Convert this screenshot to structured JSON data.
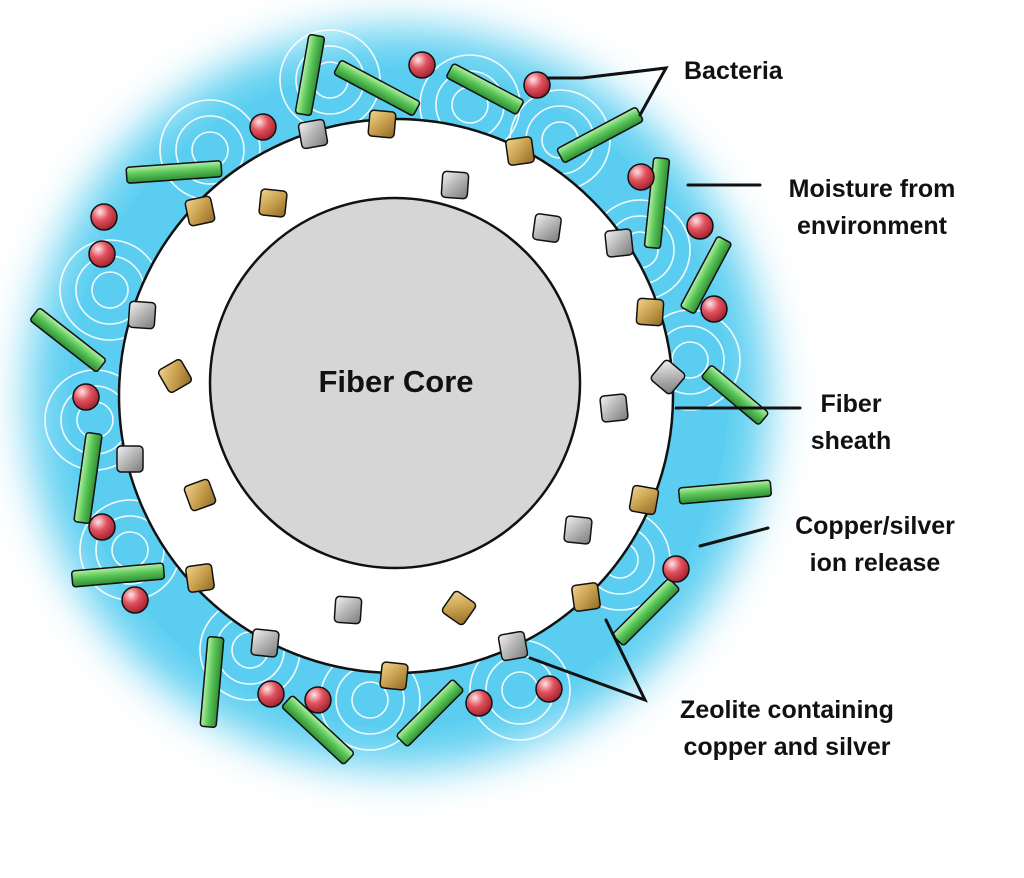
{
  "diagram": {
    "core_label": "Fiber Core",
    "callouts": {
      "bacteria": [
        "Bacteria"
      ],
      "moisture": [
        "Moisture from",
        "environment"
      ],
      "sheath": [
        "Fiber",
        "sheath"
      ],
      "ion_release": [
        "Copper/silver",
        "ion release"
      ],
      "zeolite": [
        "Zeolite containing",
        "copper and silver"
      ]
    }
  },
  "colors": {
    "moisture_glow": "#40c6ee",
    "sheath": "#ffffff",
    "core": "#d6d6d6",
    "outline": "#111111",
    "rod_bacteria": "#5cc85a",
    "cocci_bacteria": "#d63a48",
    "zeolite_copper": "#c8a04e",
    "zeolite_silver": "#a8a8a8",
    "ion_ripple": "#ffffff"
  },
  "icons": {
    "rod_bacterium": "green-rod-shape",
    "cocci_bacterium": "red-sphere",
    "zeolite_copper": "gold-square",
    "zeolite_silver": "gray-square"
  }
}
